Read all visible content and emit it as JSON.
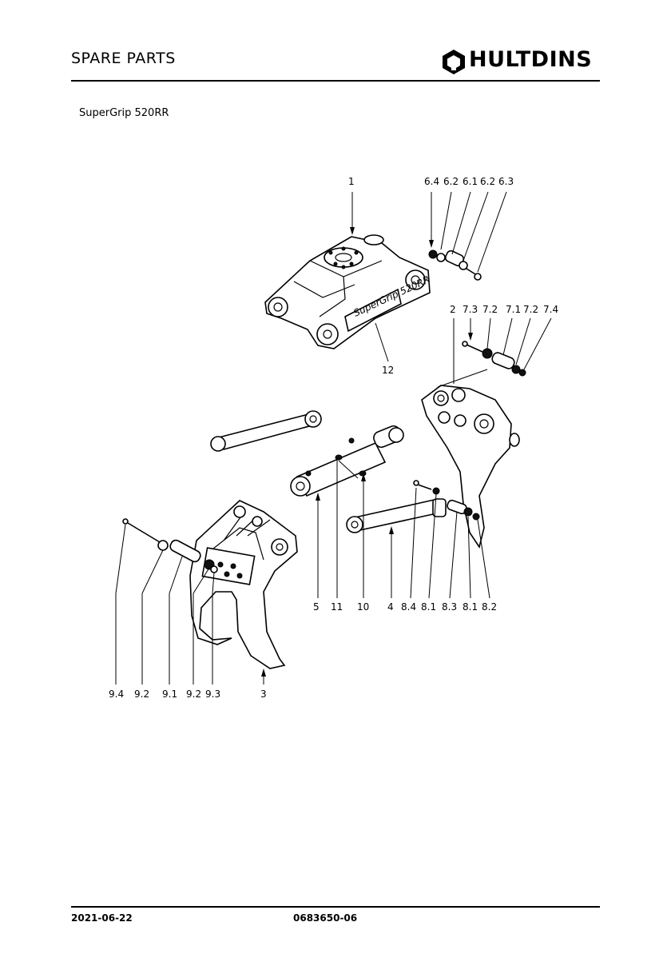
{
  "header": {
    "title": "SPARE PARTS",
    "brand": "HULTDINS"
  },
  "model": "SuperGrip 520RR",
  "plate_text": "SuperGrip 520RR",
  "footer": {
    "date": "2021-06-22",
    "doc_number": "0683650-06"
  },
  "callouts": {
    "c1": "1",
    "c64": "6.4",
    "c62a": "6.2",
    "c61": "6.1",
    "c62b": "6.2",
    "c63": "6.3",
    "c2": "2",
    "c73": "7.3",
    "c72a": "7.2",
    "c71": "7.1",
    "c72b": "7.2",
    "c74": "7.4",
    "c12": "12",
    "c5": "5",
    "c11": "11",
    "c10": "10",
    "c4": "4",
    "c84": "8.4",
    "c81a": "8.1",
    "c83": "8.3",
    "c81b": "8.1",
    "c82": "8.2",
    "c94": "9.4",
    "c92a": "9.2",
    "c91": "9.1",
    "c92b": "9.2",
    "c93": "9.3",
    "c3": "3"
  }
}
